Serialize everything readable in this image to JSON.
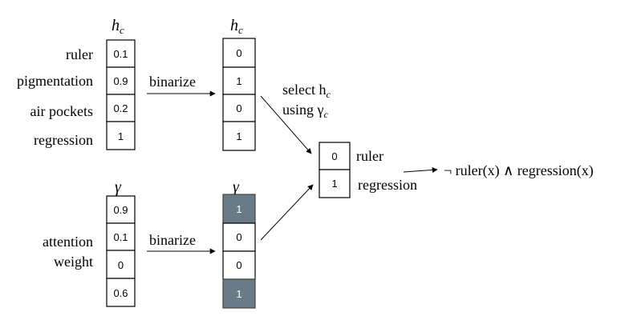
{
  "colors": {
    "highlight": "#6a7b88",
    "highlight_text": "#ffffff",
    "stroke": "#000000"
  },
  "hc_input": {
    "header": "h",
    "header_sub": "c",
    "labels": [
      "ruler",
      "pigmentation",
      "air pockets",
      "regression"
    ],
    "values": [
      "0.1",
      "0.9",
      "0.2",
      "1"
    ]
  },
  "binarize_top": {
    "label": "binarize"
  },
  "hc_binary": {
    "header": "h",
    "header_sub": "c",
    "values": [
      "0",
      "1",
      "0",
      "1"
    ]
  },
  "gamma_input": {
    "header": "γ",
    "labels": [
      "attention",
      "weight"
    ],
    "values": [
      "0.9",
      "0.1",
      "0",
      "0.6"
    ]
  },
  "binarize_bottom": {
    "label": "binarize"
  },
  "gamma_binary": {
    "header": "γ",
    "values": [
      "1",
      "0",
      "0",
      "1"
    ],
    "highlighted": [
      true,
      false,
      false,
      true
    ]
  },
  "select_note": {
    "line1": "select h",
    "line1_sub": "c",
    "line2": "using γ",
    "line2_sub": "c"
  },
  "selected": {
    "values": [
      "0",
      "1"
    ],
    "labels": [
      "ruler",
      "regression"
    ]
  },
  "formula": {
    "text": "¬ ruler(x) ∧ regression(x)"
  }
}
